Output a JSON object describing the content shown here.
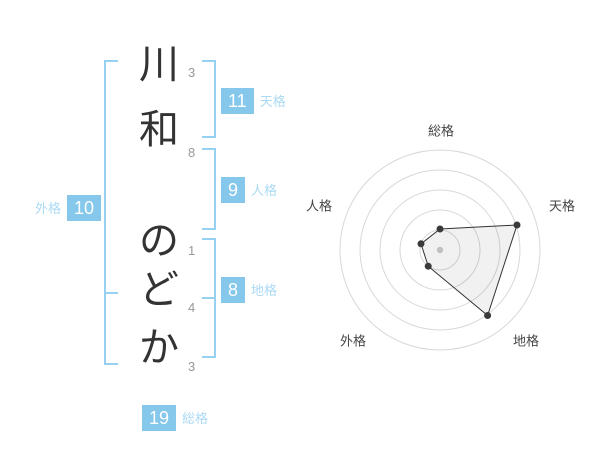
{
  "name_diagram": {
    "characters": [
      {
        "char": "川",
        "strokes": "3"
      },
      {
        "char": "和",
        "strokes": "8"
      },
      {
        "char": "の",
        "strokes": "1"
      },
      {
        "char": "ど",
        "strokes": "4"
      },
      {
        "char": "か",
        "strokes": "3"
      }
    ],
    "groups": {
      "tenkaku": {
        "label": "天格",
        "value": "11"
      },
      "jinkaku": {
        "label": "人格",
        "value": "9"
      },
      "chikaku": {
        "label": "地格",
        "value": "8"
      },
      "gaikaku": {
        "label": "外格",
        "value": "10"
      },
      "soukaku": {
        "label": "総格",
        "value": "19"
      }
    }
  },
  "chart_data": {
    "type": "radar",
    "title": "",
    "axes": [
      "総格",
      "天格",
      "地格",
      "外格",
      "人格"
    ],
    "values": [
      21,
      81,
      81,
      20,
      20
    ],
    "value_max": 100,
    "rings": 5,
    "start_axis": "top",
    "direction": "clockwise",
    "grid": "concentric-circles",
    "legend": "none",
    "center_dot": true
  },
  "colors": {
    "badge_bg": "#85C8EC",
    "badge_text": "#FFFFFF",
    "label_blue": "#ABDAF5",
    "bracket_blue": "#96D0F2",
    "name_text": "#333333",
    "stroke_count_gray": "#999999",
    "grid": "#D8D8D8",
    "axis_label": "#444444",
    "polygon_stroke": "#333333",
    "polygon_fill": "rgba(0,0,0,0.055)",
    "point": "#3A3A3A",
    "center_dot": "#CCCCCC"
  }
}
